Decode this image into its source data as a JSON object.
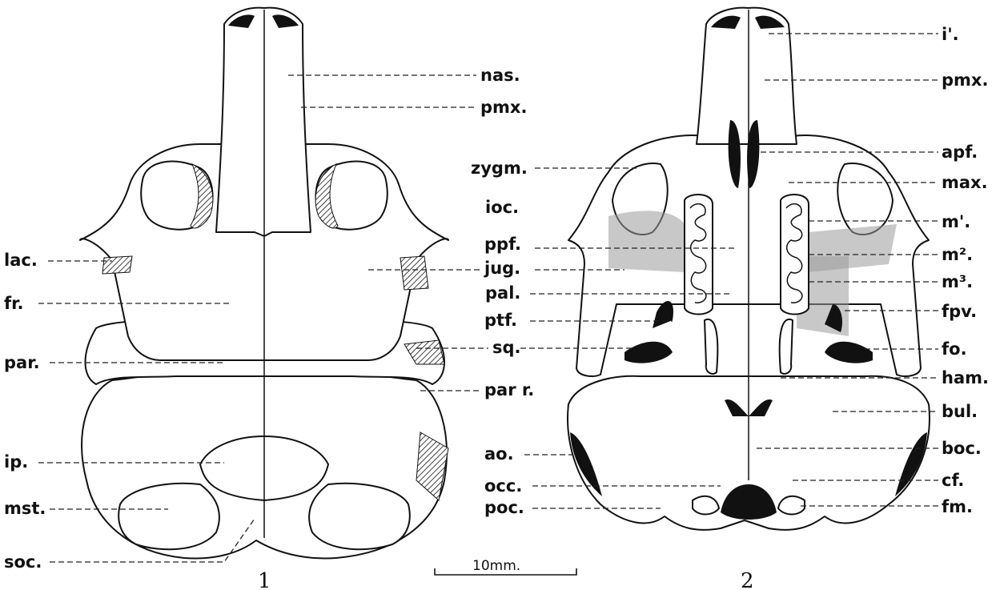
{
  "figure1": {
    "number": "1",
    "labels_right": [
      "nas.",
      "pmx."
    ],
    "labels_left": [
      "lac.",
      "fr.",
      "par.",
      "ip.",
      "mst.",
      "soc."
    ]
  },
  "middle_labels": [
    "zygm.",
    "ioc.",
    "ppf.",
    "jug.",
    "pal.",
    "ptf.",
    "sq.",
    "par r.",
    "ao.",
    "occ.",
    "poc."
  ],
  "figure2": {
    "number": "2",
    "labels_right": [
      "i'.",
      "pmx.",
      "apf.",
      "max.",
      "m'.",
      "m².",
      "m³.",
      "fpv.",
      "fo.",
      "ham.",
      "bul.",
      "boc.",
      "cf.",
      "fm."
    ]
  },
  "scale_bar": {
    "label": "10mm."
  }
}
